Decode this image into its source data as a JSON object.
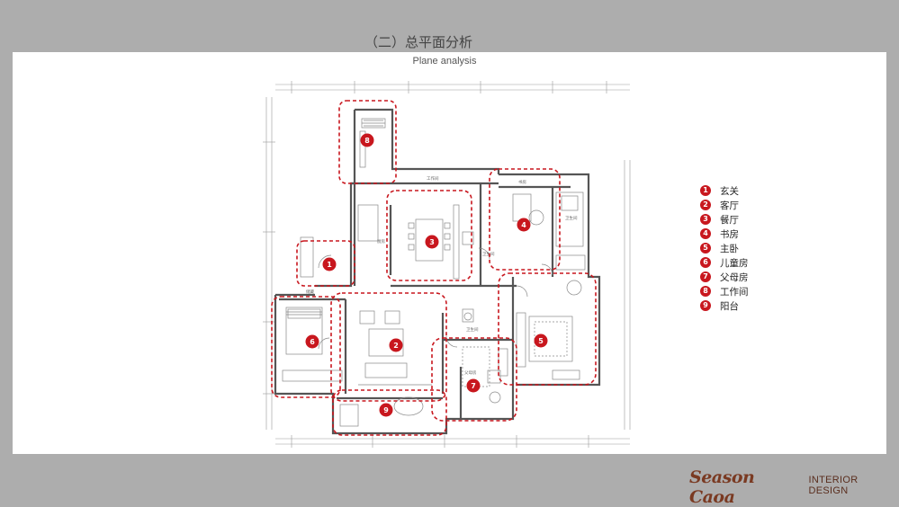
{
  "header": {
    "title": "（二）总平面分析",
    "subtitle": "Plane analysis"
  },
  "colors": {
    "accent": "#c8171e",
    "frame": "#adadad",
    "brand": "#7a3a22"
  },
  "plan": {
    "room_labels": {
      "work_room": "工作间",
      "study": "书房",
      "kitchen": "厨房",
      "toilet_a": "卫生间",
      "toilet_b": "卫生间",
      "balcony_label": "储藏",
      "parents": "父母房",
      "master_bath": "卫生间"
    },
    "markers": [
      "1",
      "2",
      "3",
      "4",
      "5",
      "6",
      "7",
      "8",
      "9"
    ]
  },
  "legend": {
    "items": [
      {
        "num": "1",
        "label": "玄关"
      },
      {
        "num": "2",
        "label": "客厅"
      },
      {
        "num": "3",
        "label": "餐厅"
      },
      {
        "num": "4",
        "label": "书房"
      },
      {
        "num": "5",
        "label": "主卧"
      },
      {
        "num": "6",
        "label": "儿童房"
      },
      {
        "num": "7",
        "label": "父母房"
      },
      {
        "num": "8",
        "label": "工作间"
      },
      {
        "num": "9",
        "label": "阳台"
      }
    ]
  },
  "brand": {
    "script": "Season Caoa",
    "text": "INTERIOR DESIGN"
  }
}
